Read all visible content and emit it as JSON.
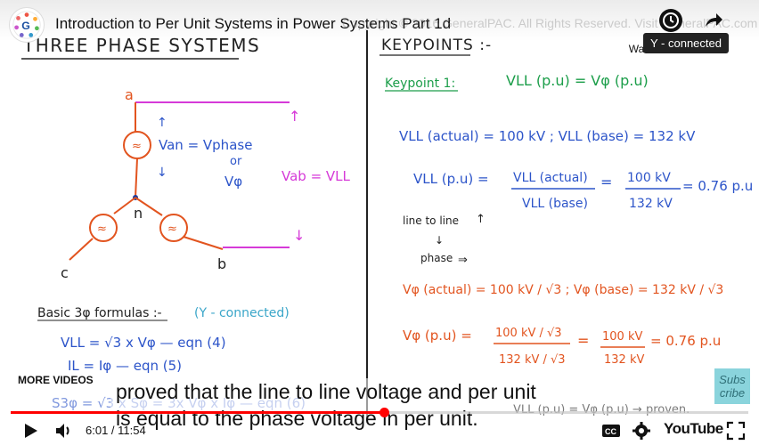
{
  "player": {
    "title": "Introduction to Per Unit Systems in Power Systems Part 1d",
    "watermark": "Copyright © 2016 GeneralPAC. All Rights Reserved. Visit GeneralPAC.com",
    "watch_later_label": "Watch later",
    "tooltip": "Y - connected",
    "more_videos": "MORE VIDEOS",
    "subscribe_line1": "Subs",
    "subscribe_line2": "cribe",
    "captions": [
      "proved that the line to line voltage and per unit",
      "is equal to the phase voltage in per unit."
    ],
    "time_readout": "6:01 / 11:54",
    "progress_fraction": 0.5056,
    "youtube_label": "YouTube",
    "icons": {
      "play": "play-icon",
      "volume": "volume-icon",
      "cc": "cc-icon",
      "settings": "gear-icon",
      "fullscreen": "fullscreen-icon",
      "watch_later": "clock-icon",
      "share": "share-icon"
    }
  },
  "board": {
    "left_heading": "THREE PHASE SYSTEMS",
    "node_a": "a",
    "node_b": "b",
    "node_c": "c",
    "node_n": "n",
    "van_eq": "Van = Vphase",
    "or_text": "or",
    "vphi_text": "Vφ",
    "vab_eq": "Vab = VLL",
    "basic_heading": "Basic 3φ formulas :-",
    "basic_note": "(Y - connected)",
    "formula1": "VLL = √3 x Vφ — eqn (4)",
    "formula2": "IL = Iφ — eqn (5)",
    "formula3": "S3φ = √3 x Sφ = 3x Vφ x Iφ — eqn (6)",
    "right_heading": "KEYPOINTS :-",
    "keypoint_label": "Keypoint 1:",
    "keypoint_eq": "VLL (p.u) = Vφ (p.u)",
    "line1": "VLL (actual) = 100 kV ; VLL (base) = 132 kV",
    "line2_lhs": "VLL (p.u) =",
    "line2_num": "VLL (actual)",
    "line2_den": "VLL (base)",
    "line2_num2": "100 kV",
    "line2_den2": "132 kV",
    "line2_result": "= 0.76 p.u",
    "side_note1": "line to line",
    "side_note2": "phase",
    "line3": "Vφ (actual) = 100 kV / √3 ; Vφ (base) = 132 kV / √3",
    "line4_lhs": "Vφ (p.u) =",
    "line4_num": "100 kV / √3",
    "line4_den": "132 kV / √3",
    "line4_num2": "100 kV",
    "line4_den2": "132 kV",
    "line4_result": "= 0.76 p.u",
    "bottom_right": "VLL (p.u) = Vφ (p.u) → proven.",
    "colors": {
      "green": "#1c9e4a",
      "blue": "#2c54c9",
      "orange": "#e2541f",
      "magenta": "#d63ad8",
      "teal": "#3aa6c9",
      "ink": "#222222"
    }
  }
}
